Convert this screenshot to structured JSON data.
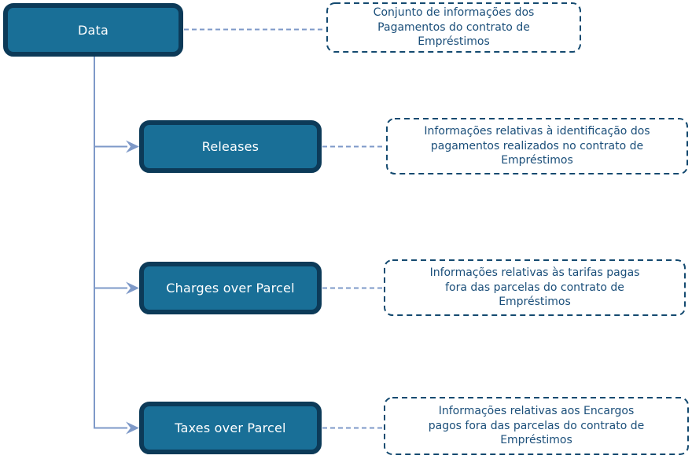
{
  "colors": {
    "node_fill": "#196f97",
    "node_border": "#0c3a58",
    "node_text": "#ffffff",
    "connector": "#7e99c8",
    "note_border": "#144a70",
    "note_text": "#1b4f7a"
  },
  "nodes": {
    "root": {
      "label": "Data",
      "note_lines": [
        "Conjunto de informações dos",
        "Pagamentos do contrato de",
        "Empréstimos"
      ]
    },
    "children": [
      {
        "label": "Releases",
        "note_lines": [
          "Informações relativas à identificação dos",
          "pagamentos realizados no contrato de",
          "Empréstimos"
        ]
      },
      {
        "label": "Charges over Parcel",
        "note_lines": [
          "Informações relativas às tarifas pagas",
          "fora das parcelas do contrato de",
          "Empréstimos"
        ]
      },
      {
        "label": "Taxes over Parcel",
        "note_lines": [
          "Informações relativas aos Encargos",
          "pagos fora das parcelas do contrato de",
          "Empréstimos"
        ]
      }
    ]
  }
}
